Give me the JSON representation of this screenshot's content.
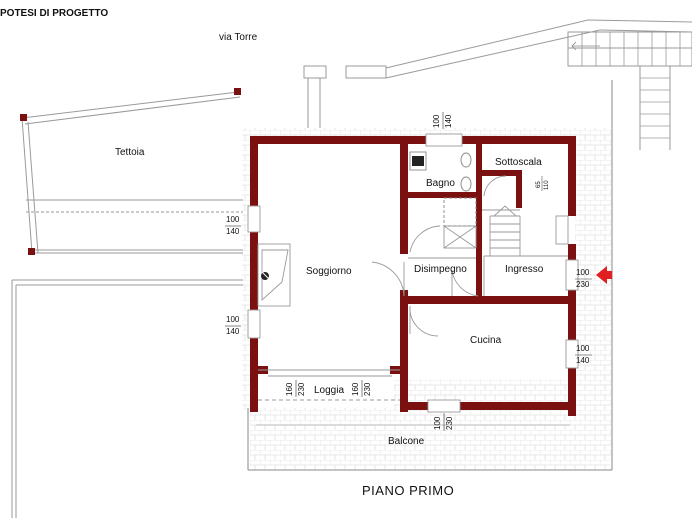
{
  "header": {
    "title": "POTESI DI PROGETTO",
    "street": "via Torre",
    "floor_label": "PIANO PRIMO"
  },
  "rooms": {
    "tettoia": "Tettoia",
    "soggiorno": "Soggiorno",
    "bagno": "Bagno",
    "sottoscala": "Sottoscala",
    "disimpegno": "Disimpegno",
    "ingresso": "Ingresso",
    "cucina": "Cucina",
    "loggia": "Loggia",
    "balcone": "Balcone"
  },
  "openings": {
    "bagno_top": {
      "w": "100",
      "h": "140"
    },
    "soggiorno_upper": {
      "w": "100",
      "h": "140"
    },
    "soggiorno_lower": {
      "w": "100",
      "h": "140"
    },
    "ingresso_door": {
      "w": "100",
      "h": "230"
    },
    "cucina_side": {
      "w": "100",
      "h": "140"
    },
    "balcone_door": {
      "w": "100",
      "h": "230"
    },
    "loggia_left": {
      "w": "160",
      "h": "230"
    },
    "loggia_right": {
      "w": "160",
      "h": "230"
    },
    "stair_small": {
      "w": "65",
      "h": "110"
    }
  },
  "colors": {
    "wall": "#7a1010",
    "line": "#9a9a9a",
    "tile": "#d4d4d4",
    "arrow": "#e02020"
  },
  "icons": {
    "entrance_arrow": "red-arrow-left-icon",
    "fireplace": "fireplace-icon"
  }
}
